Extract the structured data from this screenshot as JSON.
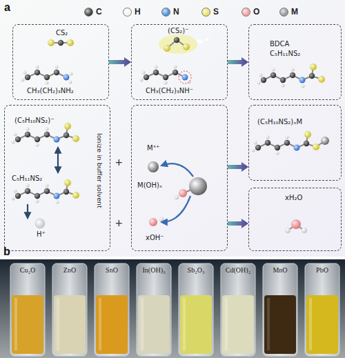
{
  "diagram": {
    "nodes": [
      {
        "text": [
          "CS₂",
          "CH₃(CH₂)₃NH₂"
        ]
      },
      {
        "text": [
          "(CS₂)⁻",
          "CH₃(CH₂)₃NH⁻"
        ]
      },
      {
        "text": [
          "BDCA",
          "C₅H₁₁NS₂"
        ]
      },
      {
        "text": [
          "(C₅H₁₀NS₂)⁻",
          "C₅H₁₁NS₂",
          "Ionize in buffer solvent",
          "H⁺"
        ]
      },
      {
        "text": [
          "Mˣ⁺",
          "M(OH)ₓ",
          "xOH⁻"
        ]
      },
      {
        "text": [
          "(C₅H₁₀NS₂)ₓM"
        ]
      },
      {
        "text": [
          "xH₂O"
        ]
      }
    ],
    "edges": [
      {
        "from": 0,
        "to": 1,
        "arrow": "to"
      },
      {
        "from": 1,
        "to": 2,
        "arrow": "to"
      },
      {
        "from": 4,
        "to": 5,
        "arrow": "to"
      },
      {
        "from": 4,
        "to": 6,
        "arrow": "to"
      }
    ],
    "labels": [
      "a",
      "+",
      "+",
      "b",
      "Cu₂O",
      "ZnO",
      "SnO",
      "In(OH)₃",
      "Sb₂O₃",
      "Cd(OH)₂",
      "MnO",
      "PbO"
    ],
    "legend": [
      {
        "text": "C",
        "color": "#404040"
      },
      {
        "text": "H",
        "color": "#f4f4f4"
      },
      {
        "text": "N",
        "color": "#4a8fe0"
      },
      {
        "text": "S",
        "color": "#e8e26a"
      },
      {
        "text": "O",
        "color": "#f2a0a0"
      },
      {
        "text": "M",
        "color": "#9a9a9a"
      }
    ]
  }
}
